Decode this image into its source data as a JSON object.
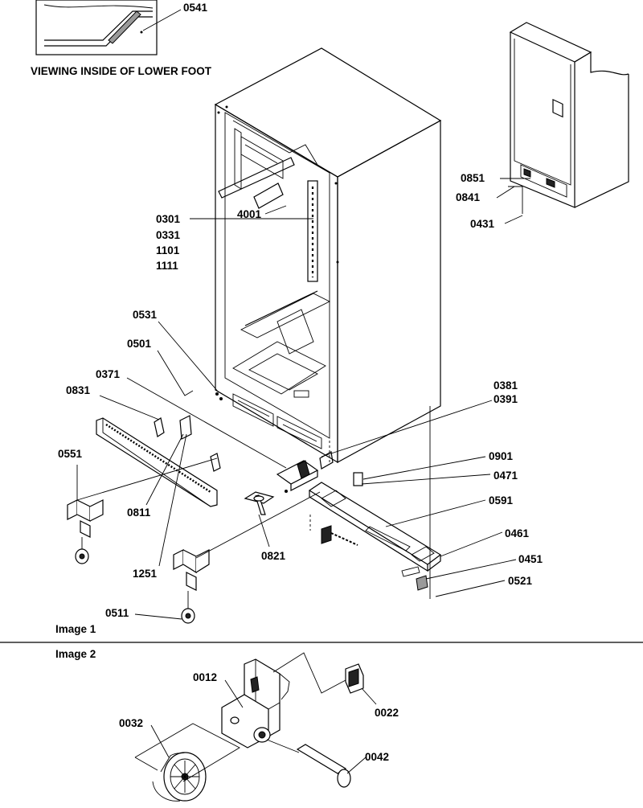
{
  "inset": {
    "caption": "VIEWING INSIDE OF LOWER FOOT"
  },
  "sections": {
    "image1": "Image 1",
    "image2": "Image 2"
  },
  "callouts": [
    {
      "id": "0541"
    },
    {
      "id": "0851"
    },
    {
      "id": "0841"
    },
    {
      "id": "0431"
    },
    {
      "id": "4001"
    },
    {
      "id": "0301"
    },
    {
      "id": "0331"
    },
    {
      "id": "1101"
    },
    {
      "id": "1111"
    },
    {
      "id": "0531"
    },
    {
      "id": "0501"
    },
    {
      "id": "0371"
    },
    {
      "id": "0831"
    },
    {
      "id": "0381"
    },
    {
      "id": "0391"
    },
    {
      "id": "0551"
    },
    {
      "id": "0901"
    },
    {
      "id": "0471"
    },
    {
      "id": "0811"
    },
    {
      "id": "0591"
    },
    {
      "id": "0461"
    },
    {
      "id": "0821"
    },
    {
      "id": "0451"
    },
    {
      "id": "1251"
    },
    {
      "id": "0521"
    },
    {
      "id": "0511"
    },
    {
      "id": "0012"
    },
    {
      "id": "0022"
    },
    {
      "id": "0032"
    },
    {
      "id": "0042"
    }
  ]
}
